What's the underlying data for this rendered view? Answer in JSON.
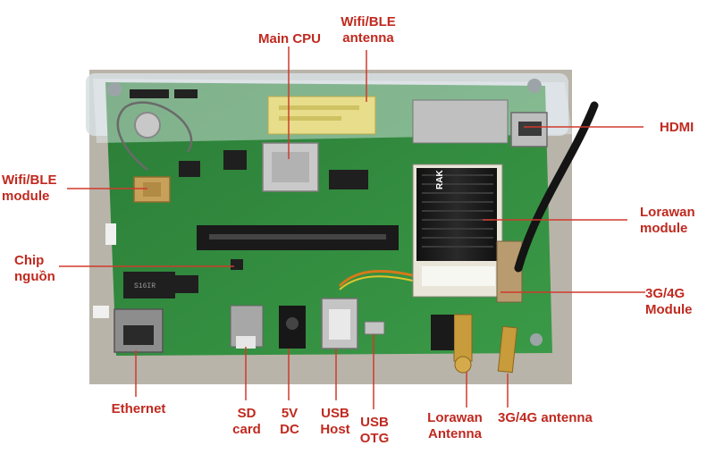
{
  "labels": {
    "main_cpu": "Main CPU",
    "wifi_ble_antenna": "Wifi/BLE\nantenna",
    "hdmi": "HDMI",
    "wifi_ble_module": "Wifi/BLE\nmodule",
    "lorawan_module": "Lorawan\nmodule",
    "chip_nguon": "Chip\nnguồn",
    "g34_module": "3G/4G\nModule",
    "ethernet": "Ethernet",
    "sd_card": "SD\ncard",
    "dc_5v": "5V\nDC",
    "usb_host": "USB\nHost",
    "usb_otg": "USB\nOTG",
    "lorawan_antenna": "Lorawan\nAntenna",
    "g34_antenna": "3G/4G antenna"
  },
  "board": {
    "module_brand": "RAK",
    "chip_marking": "S16IR"
  },
  "colors": {
    "label": "#c0291f",
    "line": "#d03a2c",
    "pcb": "#2f8a3c",
    "heatsink": "#1b1b1b",
    "acrylic": "#d7dfe3"
  }
}
